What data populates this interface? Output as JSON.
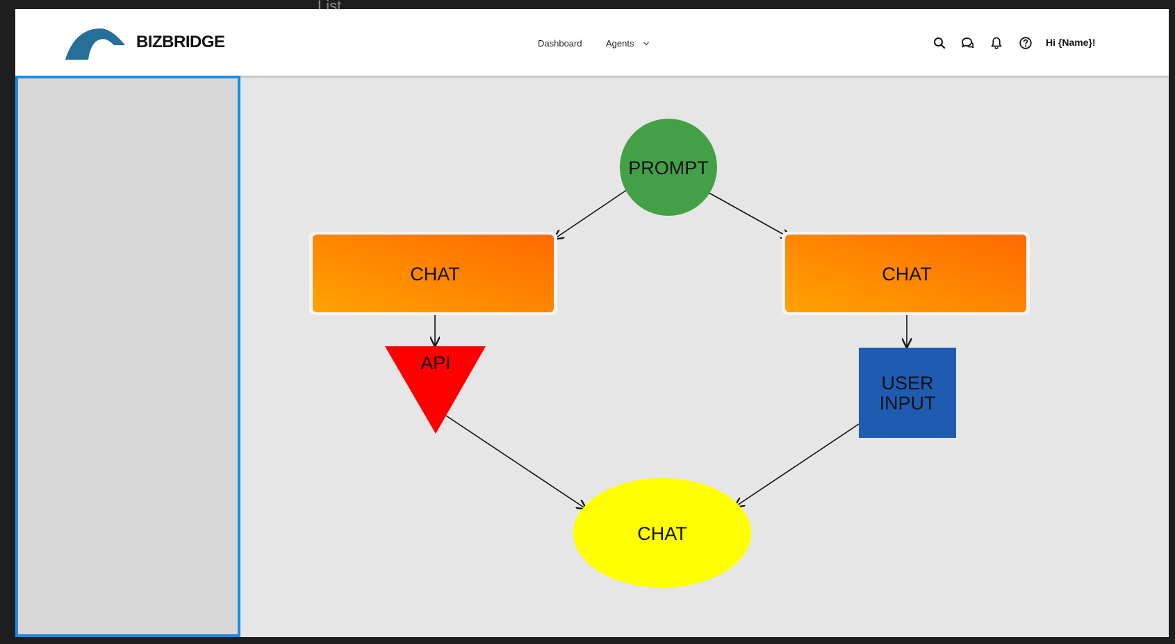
{
  "overlay": {
    "peek_text": "List"
  },
  "header": {
    "brand": "BIZBRIDGE",
    "nav": {
      "dashboard": "Dashboard",
      "agents": "Agents"
    },
    "greeting": "Hi {Name}!",
    "icons": [
      "search-icon",
      "chat-bubbles-icon",
      "bell-icon",
      "help-icon"
    ]
  },
  "colors": {
    "accent_blue": "#1a8ce6",
    "logo_blue": "#256f98",
    "prompt_green": "#43a047",
    "chat_orange": "#ff7300",
    "api_red": "#ff0000",
    "user_input_blue": "#1f5bb1",
    "final_yellow": "#ffff00"
  },
  "flow": {
    "prompt": "PROMPT",
    "chat_left": "CHAT",
    "chat_right": "CHAT",
    "api": "API",
    "user_input_line1": "USER",
    "user_input_line2": "INPUT",
    "chat_final": "CHAT"
  }
}
